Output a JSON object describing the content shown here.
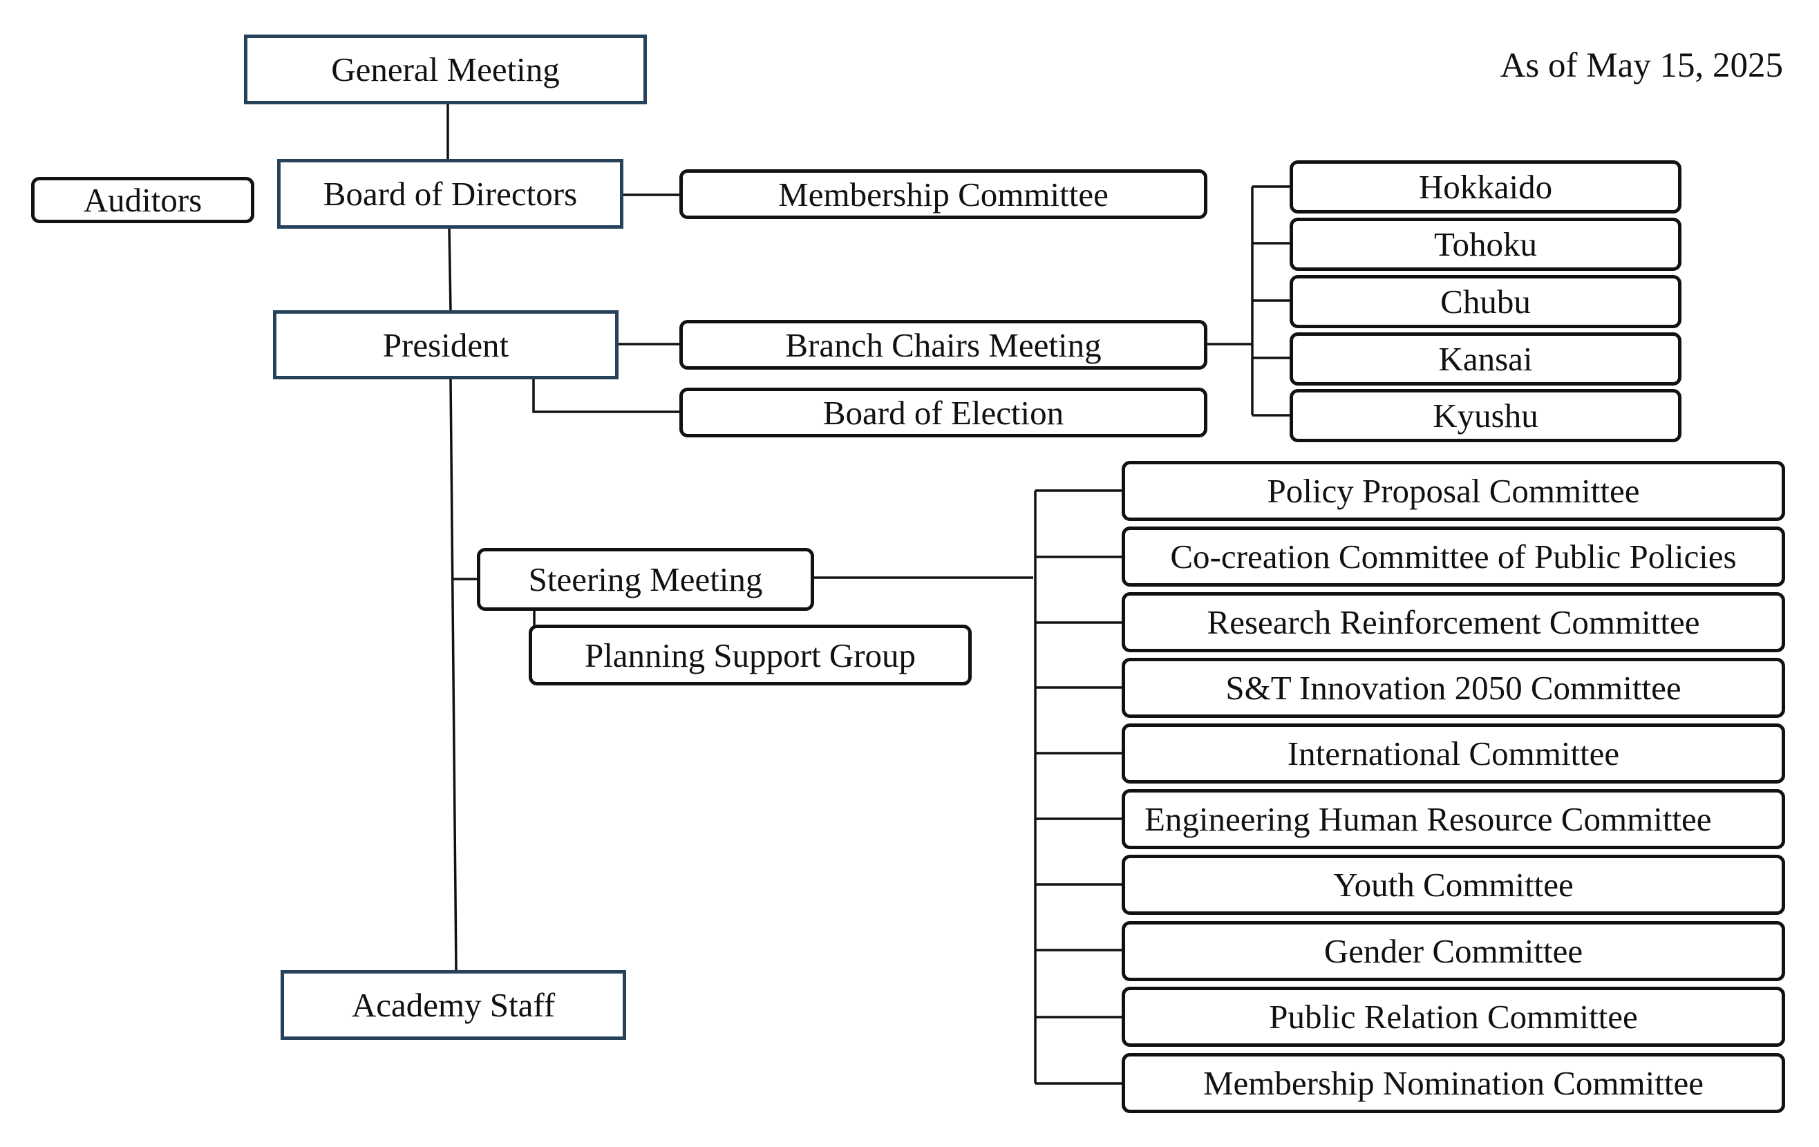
{
  "as_of": "As of May 15, 2025",
  "nodes": {
    "general_meeting": "General Meeting",
    "auditors": "Auditors",
    "board_of_directors": "Board of Directors",
    "membership_committee": "Membership Committee",
    "president": "President",
    "branch_chairs_meeting": "Branch Chairs Meeting",
    "board_of_election": "Board of Election",
    "steering_meeting": "Steering Meeting",
    "planning_support_group": "Planning Support Group",
    "academy_staff": "Academy Staff"
  },
  "branches": [
    "Hokkaido",
    "Tohoku",
    "Chubu",
    "Kansai",
    "Kyushu"
  ],
  "committees": [
    "Policy Proposal Committee",
    "Co-creation Committee of Public Policies",
    "Research Reinforcement Committee",
    "S&T Innovation 2050 Committee",
    "International Committee",
    "Engineering Human Resource Committee",
    "Youth Committee",
    "Gender Committee",
    "Public Relation Committee",
    "Membership Nomination Committee"
  ],
  "colors": {
    "square_box_border": "#25425a",
    "rounded_box_border": "#111111",
    "connector": "#111111"
  }
}
